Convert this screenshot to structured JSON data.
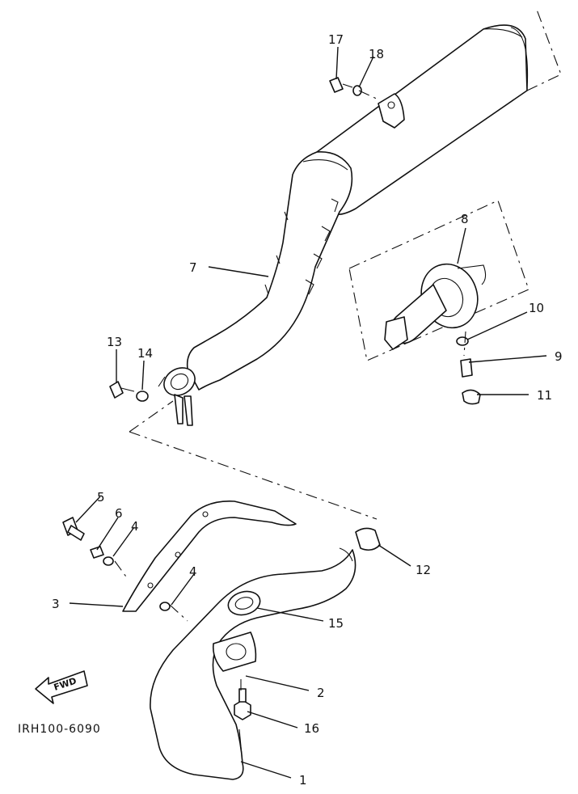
{
  "diagram_code": "IRH100-6090",
  "fwd_label": "FWD",
  "callouts": [
    {
      "id": "c1",
      "label": "1"
    },
    {
      "id": "c2",
      "label": "2"
    },
    {
      "id": "c3",
      "label": "3"
    },
    {
      "id": "c4a",
      "label": "4"
    },
    {
      "id": "c4b",
      "label": "4"
    },
    {
      "id": "c5",
      "label": "5"
    },
    {
      "id": "c6",
      "label": "6"
    },
    {
      "id": "c7",
      "label": "7"
    },
    {
      "id": "c8",
      "label": "8"
    },
    {
      "id": "c9",
      "label": "9"
    },
    {
      "id": "c10",
      "label": "10"
    },
    {
      "id": "c11",
      "label": "11"
    },
    {
      "id": "c12",
      "label": "12"
    },
    {
      "id": "c13",
      "label": "13"
    },
    {
      "id": "c14",
      "label": "14"
    },
    {
      "id": "c15",
      "label": "15"
    },
    {
      "id": "c16",
      "label": "16"
    },
    {
      "id": "c17",
      "label": "17"
    },
    {
      "id": "c18",
      "label": "18"
    }
  ]
}
